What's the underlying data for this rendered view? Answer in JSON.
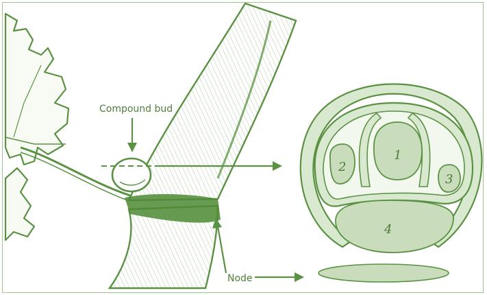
{
  "labels": {
    "compound_bud": "Compound bud",
    "node": "Node"
  },
  "bud_parts": {
    "primary": "1",
    "secondary": "2",
    "tertiary": "3",
    "base": "4"
  },
  "colors": {
    "line": "#5a9142",
    "fill_light": "#dfecd6",
    "fill_mid": "#c9ddbd",
    "node_band": "#4e8a34",
    "text": "#4f7f3a"
  }
}
